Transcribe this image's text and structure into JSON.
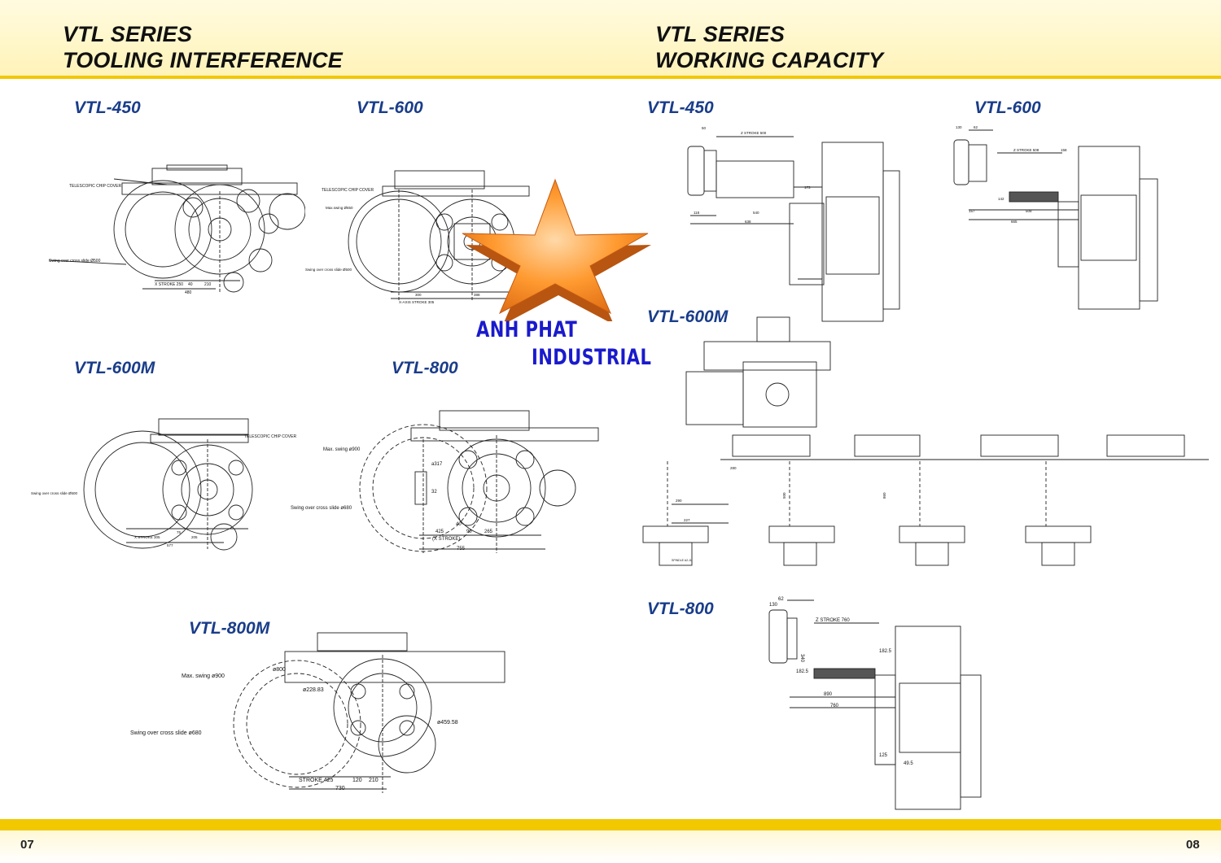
{
  "header": {
    "left_title_line1": "VTL SERIES",
    "left_title_line2": "TOOLING INTERFERENCE",
    "right_title_line1": "VTL SERIES",
    "right_title_line2": "WORKING CAPACITY"
  },
  "tooling_interference": {
    "vtl450": {
      "model": "VTL-450",
      "telescopic": "TELESCOPIC CHIP COVER",
      "swing": "Swing over cross slide Ø500",
      "xstroke": "X STROKE 250",
      "dim_40": "40",
      "dim_210": "210",
      "dim_480": "480"
    },
    "vtl600": {
      "model": "VTL-600",
      "telescopic": "TELESCOPIC CHIP COVER",
      "maxswing": "Max.swing Ø650",
      "swing": "Swing over cross slide Ø500",
      "dim_300": "300",
      "dim_388": "388",
      "xaxis": "X-AXIS STROKE 305"
    },
    "vtl600m": {
      "model": "VTL-600M",
      "telescopic": "TELESCOPIC CHIP COVER",
      "swing": "Swing over cross slide Ø500",
      "xstroke": "X STROKE 305",
      "dim_75": "75",
      "dim_205": "205",
      "dim_577": "577"
    },
    "vtl800": {
      "model": "VTL-800",
      "maxswing": "Max. swing ø900",
      "swing": "Swing over cross slide ø680",
      "dim_425": "425",
      "dim_90": "90",
      "dim_265": "265",
      "xstroke": "(X STROKE)",
      "dim_755": "755",
      "dim_32": "32",
      "dim_40": "40",
      "dim_a317": "a317"
    },
    "vtl800m": {
      "model": "VTL-800M",
      "maxswing": "Max. swing ø900",
      "swing": "Swing over cross slide ø680",
      "stroke": "STROKE  425",
      "dim_120": "120",
      "dim_210": "210",
      "dim_730": "730",
      "dia_228": "ø228.83",
      "dia_459": "ø459.58",
      "dia_800": "ø800"
    }
  },
  "working_capacity": {
    "vtl450": {
      "model": "VTL-450",
      "zstroke": "Z STROKE 500",
      "dim_173": "173",
      "dim_118": "118",
      "dim_540": "540",
      "dim_638": "638",
      "dim_50": "50"
    },
    "vtl600": {
      "model": "VTL-600",
      "zstroke": "Z STROKE 508",
      "dim_130": "130",
      "dim_62": "62",
      "dim_158": "158",
      "dim_142": "142",
      "dim_157": "157",
      "dim_508": "508",
      "dim_665": "665"
    },
    "vtl600m": {
      "model": "VTL-600M",
      "spindle_label": "SPINDLE A2-11",
      "dim_500": "500",
      "dim_860": "860",
      "dim_290": "290",
      "dim_227": "227",
      "dim_280": "280"
    },
    "vtl800": {
      "model": "VTL-800",
      "zstroke": "Z STROKE 760",
      "dim_130": "130",
      "dim_62": "62",
      "dim_340": "340",
      "dim_182_5a": "182.5",
      "dim_182_5b": "182.5",
      "dim_890": "890",
      "dim_760": "760",
      "dim_125": "125",
      "dim_49_5": "49.5"
    }
  },
  "watermark": {
    "line1": "ANH PHAT",
    "line2": "INDUSTRIAL",
    "star_colors": [
      "#ffd9a8",
      "#ff9a30",
      "#c45a10"
    ]
  },
  "footer": {
    "page_left": "07",
    "page_right": "08"
  },
  "colors": {
    "accent_yellow": "#f2c800",
    "model_blue": "#1a3d8a",
    "watermark_blue": "#1a1acc"
  }
}
